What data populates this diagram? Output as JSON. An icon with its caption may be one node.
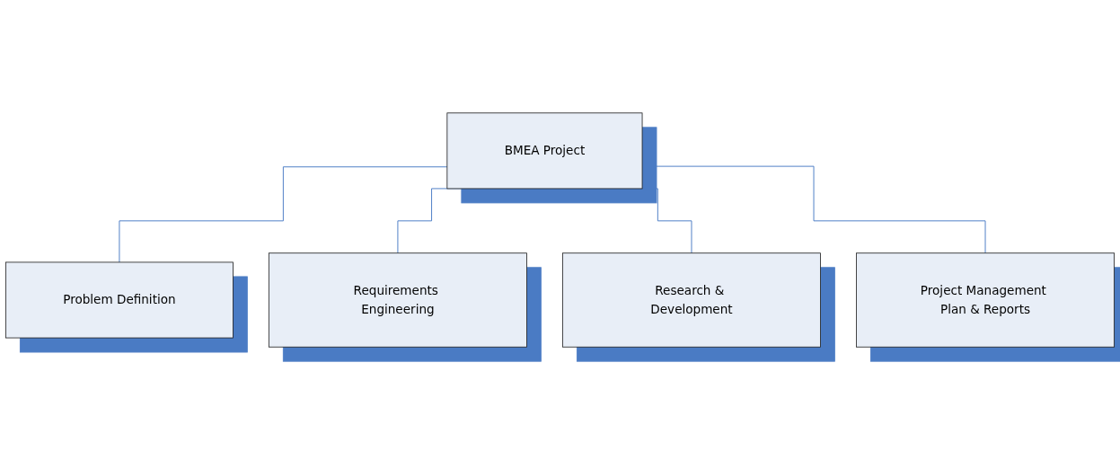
{
  "diagram": {
    "nodes": [
      {
        "text": [
          "BMEA Project"
        ]
      },
      {
        "text": [
          "Problem Definition"
        ]
      },
      {
        "text": [
          "Requirements Engineering"
        ]
      },
      {
        "text": [
          "Research & Development"
        ]
      },
      {
        "text": [
          "Project Management Plan & Reports"
        ]
      }
    ],
    "edges": [
      {
        "from": 0,
        "to": 1,
        "arrow": "none"
      },
      {
        "from": 0,
        "to": 2,
        "arrow": "none"
      },
      {
        "from": 0,
        "to": 3,
        "arrow": "none"
      },
      {
        "from": 0,
        "to": 4,
        "arrow": "none"
      }
    ]
  }
}
